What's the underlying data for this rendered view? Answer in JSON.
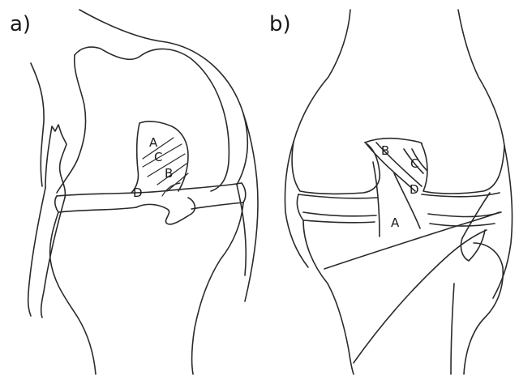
{
  "panels": [
    {
      "label": "a)",
      "ligament_labels": {
        "A": "A",
        "B": "B",
        "C": "C",
        "D": "D"
      }
    },
    {
      "label": "b)",
      "ligament_labels": {
        "A": "A",
        "B": "B",
        "C": "C",
        "D": "D"
      }
    }
  ],
  "colors": {
    "ink": "#2a2a2a",
    "background": "#ffffff"
  }
}
